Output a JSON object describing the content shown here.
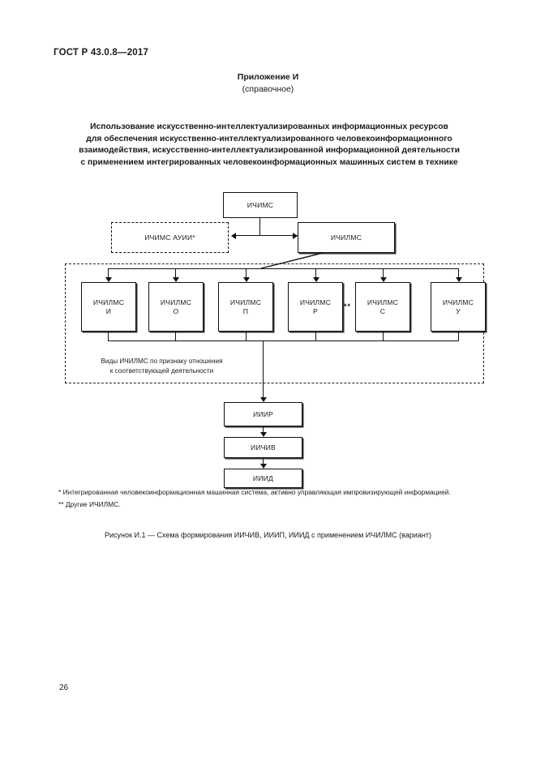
{
  "document": {
    "standard_header": "ГОСТ Р 43.0.8—2017",
    "page_number": "26"
  },
  "appendix": {
    "title": "Приложение И",
    "subtitle": "(справочное)"
  },
  "main_title": {
    "line1": "Использование искусственно-интеллектуализированных информационных ресурсов",
    "line2": "для обеспечения искусственно-интеллектуализированного человекоинформационного",
    "line3": "взаимодействия, искусственно-интеллектуализированной информационной деятельности",
    "line4": "с применением интегрированных человекоинформационных машинных систем в технике"
  },
  "diagram": {
    "top_box": "ИЧИМС",
    "left_dashed_box": "ИЧИМС АУИИ*",
    "right_box": "ИЧИЛМС",
    "types": [
      {
        "line1": "ИЧИЛМС",
        "line2": "И"
      },
      {
        "line1": "ИЧИЛМС",
        "line2": "О"
      },
      {
        "line1": "ИЧИЛМС",
        "line2": "П"
      },
      {
        "line1": "ИЧИЛМС",
        "line2": "Р"
      },
      {
        "line1": "ИЧИЛМС",
        "line2": "С"
      },
      {
        "line1": "ИЧИЛМС",
        "line2": "У"
      }
    ],
    "between_marker": "**",
    "group_caption_line1": "Виды ИЧИЛМС по признаку отношения",
    "group_caption_line2": "к соответствующей деятельности",
    "outputs": [
      "ИИИР",
      "ИИЧИВ",
      "ИИИД"
    ]
  },
  "footnotes": {
    "one": "* Интегрированная человекоинформационная машинная система, активно управляющая импровизирующей информацией.",
    "two": "** Другие ИЧИЛМС."
  },
  "figure_caption": "Рисунок И.1 — Схема формирования ИИЧИВ, ИИИП, ИИИД с применением ИЧИЛМС (вариант)"
}
